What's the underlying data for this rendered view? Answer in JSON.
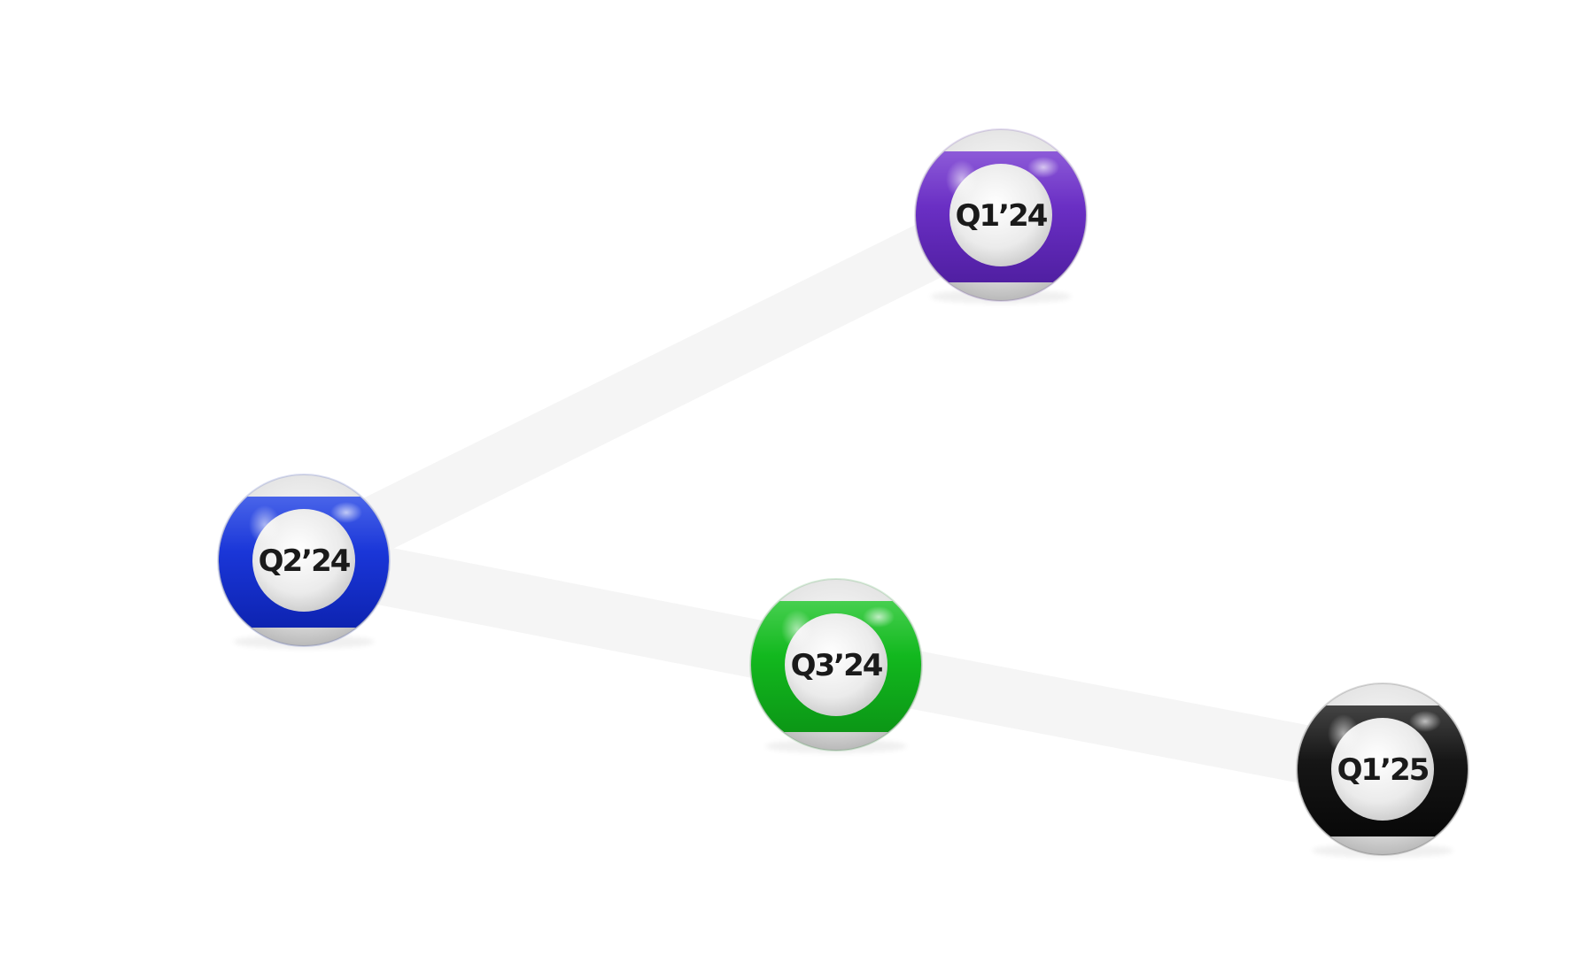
{
  "diagram": {
    "connectors_color": "#f5f5f5",
    "nodes": [
      {
        "id": "q2-24",
        "label": "Q2’24",
        "color": "#1a36d8",
        "color_dark": "#0a1fa8",
        "color_light": "#5b76f0"
      },
      {
        "id": "q1-24",
        "label": "Q1’24",
        "color": "#6a2fc4",
        "color_dark": "#4a1b9a",
        "color_light": "#9a6be0"
      },
      {
        "id": "q3-24",
        "label": "Q3’24",
        "color": "#12b81e",
        "color_dark": "#0a8f14",
        "color_light": "#5ad862"
      },
      {
        "id": "q1-25",
        "label": "Q1’25",
        "color": "#161616",
        "color_dark": "#050505",
        "color_light": "#555555"
      }
    ],
    "edges": [
      {
        "from": "q1-24",
        "to": "q2-24"
      },
      {
        "from": "q2-24",
        "to": "q3-24"
      },
      {
        "from": "q3-24",
        "to": "q1-25"
      }
    ]
  }
}
